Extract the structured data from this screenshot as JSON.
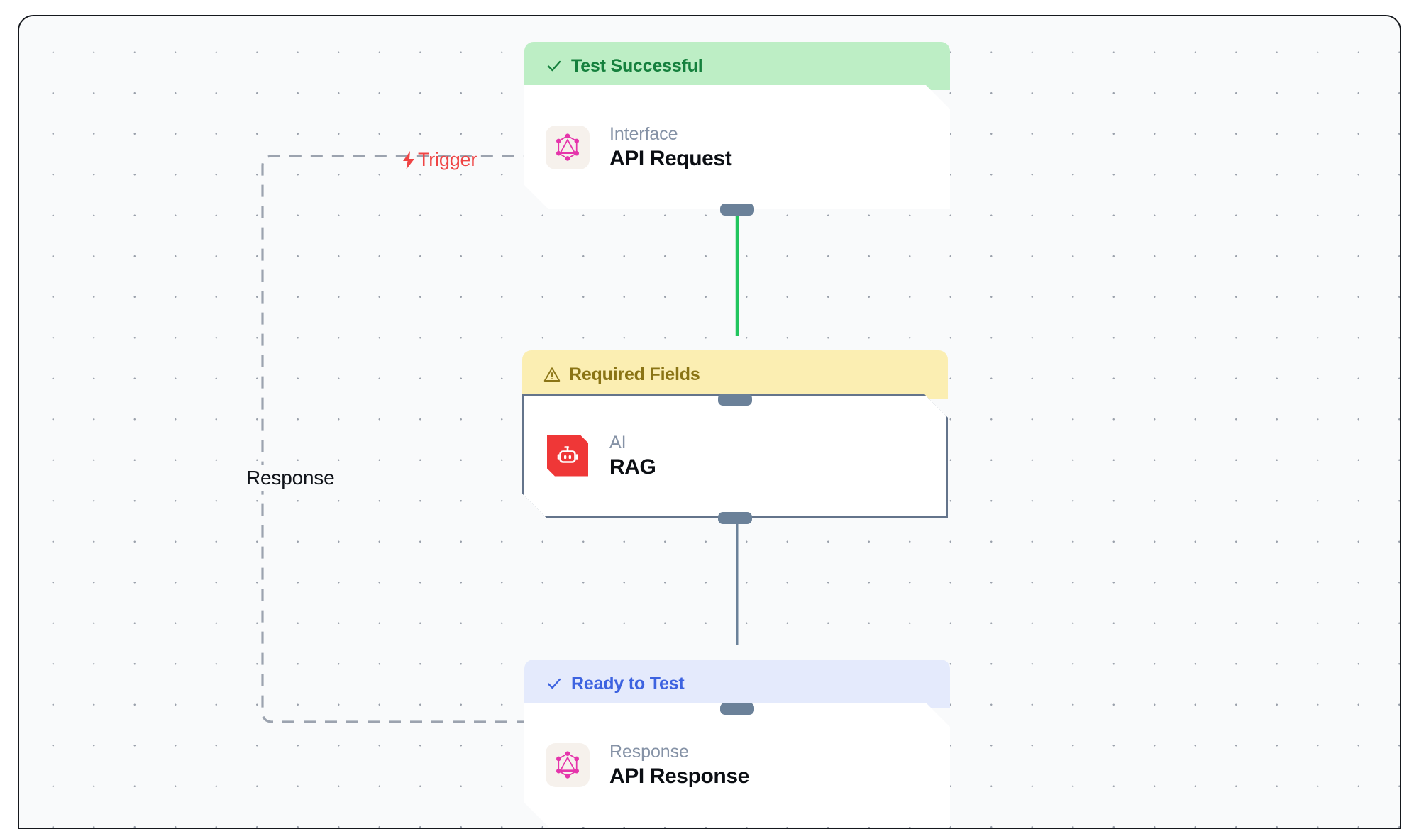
{
  "canvas": {
    "background_color": "#f9fafb",
    "grid": "dot-grid",
    "frame_border_color": "#15181d"
  },
  "edge_labels": [
    {
      "name": "trigger",
      "text": "Trigger",
      "icon": "lightning-bolt-icon",
      "color": "#ef4444"
    },
    {
      "name": "response",
      "text": "Response",
      "color": "#11141a"
    }
  ],
  "edges": [
    {
      "name": "api-request-to-rag",
      "from": "API Request",
      "to": "RAG",
      "color": "#22c55e",
      "style": "solid"
    },
    {
      "name": "rag-to-api-response",
      "from": "RAG",
      "to": "API Response",
      "color": "#6b8199",
      "style": "solid"
    },
    {
      "name": "api-response-to-api-request",
      "from": "API Response",
      "to": "API Request",
      "color": "#9ca3af",
      "style": "dashed"
    }
  ],
  "nodes": [
    {
      "id": "api-request",
      "status": {
        "label": "Test Successful",
        "icon": "check-icon",
        "variant": "success",
        "bg": "#bdeec5",
        "fg": "#15803d"
      },
      "icon": "graphql-icon",
      "icon_color": "#e535ab",
      "kind": "Interface",
      "title": "API Request",
      "selected": false
    },
    {
      "id": "rag",
      "status": {
        "label": "Required Fields",
        "icon": "warning-triangle-icon",
        "variant": "warning",
        "bg": "#fbeeb2",
        "fg": "#8a7415"
      },
      "icon": "robot-icon",
      "icon_color": "#ef3737",
      "kind": "AI",
      "title": "RAG",
      "selected": true
    },
    {
      "id": "api-response",
      "status": {
        "label": "Ready to Test",
        "icon": "check-icon",
        "variant": "ready",
        "bg": "#e4eafc",
        "fg": "#3d63e0"
      },
      "icon": "graphql-icon",
      "icon_color": "#e535ab",
      "kind": "Response",
      "title": "API Response",
      "selected": false
    }
  ]
}
